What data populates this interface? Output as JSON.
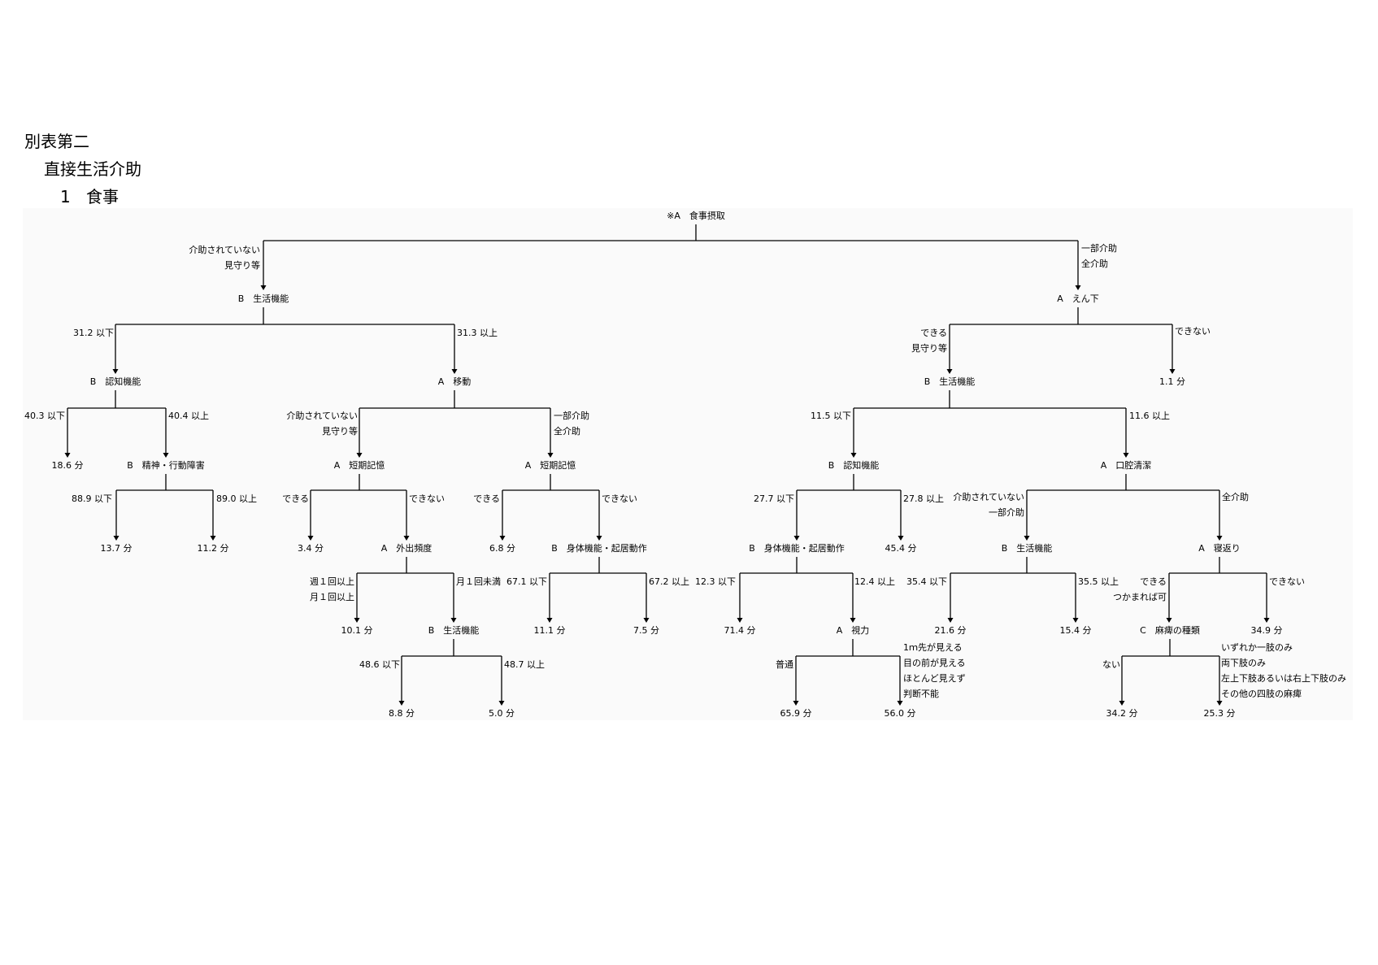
{
  "header": {
    "table_label": "別表第二",
    "category": "直接生活介助",
    "item_number": "1",
    "item_name": "食事"
  },
  "tree": {
    "nodes": {
      "root": "※A　食事摂取",
      "b_seikatsu_1": "B　生活機能",
      "a_enge": "A　えん下",
      "b_ninchi_1": "B　認知機能",
      "a_ido": "A　移動",
      "b_seishin": "B　精神・行動障害",
      "a_tanki_1": "A　短期記憶",
      "a_tanki_2": "A　短期記憶",
      "a_gaishutsu": "A　外出頻度",
      "b_seikatsu_2": "B　生活機能",
      "b_shintai_1": "B　身体機能・起居動作",
      "b_seikatsu_3": "B　生活機能",
      "b_ninchi_2": "B　認知機能",
      "a_koku": "A　口腔清潔",
      "b_shintai_2": "B　身体機能・起居動作",
      "b_seikatsu_4": "B　生活機能",
      "a_negaeri": "A　寝返り",
      "a_shiryoku": "A　視力",
      "c_mahi": "C　麻痺の種類"
    },
    "results": {
      "r_186": "18.6 分",
      "r_137": "13.7 分",
      "r_112": "11.2 分",
      "r_34": "3.4 分",
      "r_101": "10.1 分",
      "r_88": "8.8 分",
      "r_50": "5.0 分",
      "r_68": "6.8 分",
      "r_111": "11.1 分",
      "r_75": "7.5 分",
      "r_11": "1.1 分",
      "r_454": "45.4 分",
      "r_714": "71.4 分",
      "r_659": "65.9 分",
      "r_560": "56.0 分",
      "r_216": "21.6 分",
      "r_154": "15.4 分",
      "r_349": "34.9 分",
      "r_342": "34.2 分",
      "r_253": "25.3 分"
    },
    "conditions": {
      "root_left": [
        "介助されていない",
        "見守り等"
      ],
      "root_right": [
        "一部介助",
        "全介助"
      ],
      "seikatsu1_left": "31.2 以下",
      "seikatsu1_right": "31.3 以上",
      "enge_left": [
        "できる",
        "見守り等"
      ],
      "enge_right": "できない",
      "ninchi1_left": "40.3 以下",
      "ninchi1_right": "40.4 以上",
      "ido_left": [
        "介助されていない",
        "見守り等"
      ],
      "ido_right": [
        "一部介助",
        "全介助"
      ],
      "seishin_left": "88.9 以下",
      "seishin_right": "89.0 以上",
      "tanki1_left": "できる",
      "tanki1_right": "できない",
      "tanki2_left": "できる",
      "tanki2_right": "できない",
      "gaishutsu_left": [
        "週１回以上",
        "月１回以上"
      ],
      "gaishutsu_right": "月１回未満",
      "seikatsu2_left": "48.6 以下",
      "seikatsu2_right": "48.7 以上",
      "shintai1_left": "67.1 以下",
      "shintai1_right": "67.2 以上",
      "seikatsu3_left": "11.5 以下",
      "seikatsu3_right": "11.6 以上",
      "ninchi2_left": "27.7 以下",
      "ninchi2_right": "27.8 以上",
      "koku_left": [
        "介助されていない",
        "一部介助"
      ],
      "koku_right": "全介助",
      "shintai2_left": "12.3 以下",
      "shintai2_right": "12.4 以上",
      "seikatsu4_left": "35.4 以下",
      "seikatsu4_right": "35.5 以上",
      "negaeri_left": [
        "できる",
        "つかまれば可"
      ],
      "negaeri_right": "できない",
      "shiryoku_left": "普通",
      "shiryoku_right": [
        "1ｍ先が見える",
        "目の前が見える",
        "ほとんど見えず",
        "判断不能"
      ],
      "mahi_left": "ない",
      "mahi_right": [
        "いずれか一肢のみ",
        "両下肢のみ",
        "左上下肢あるいは右上下肢のみ",
        "その他の四肢の麻痺"
      ]
    }
  }
}
